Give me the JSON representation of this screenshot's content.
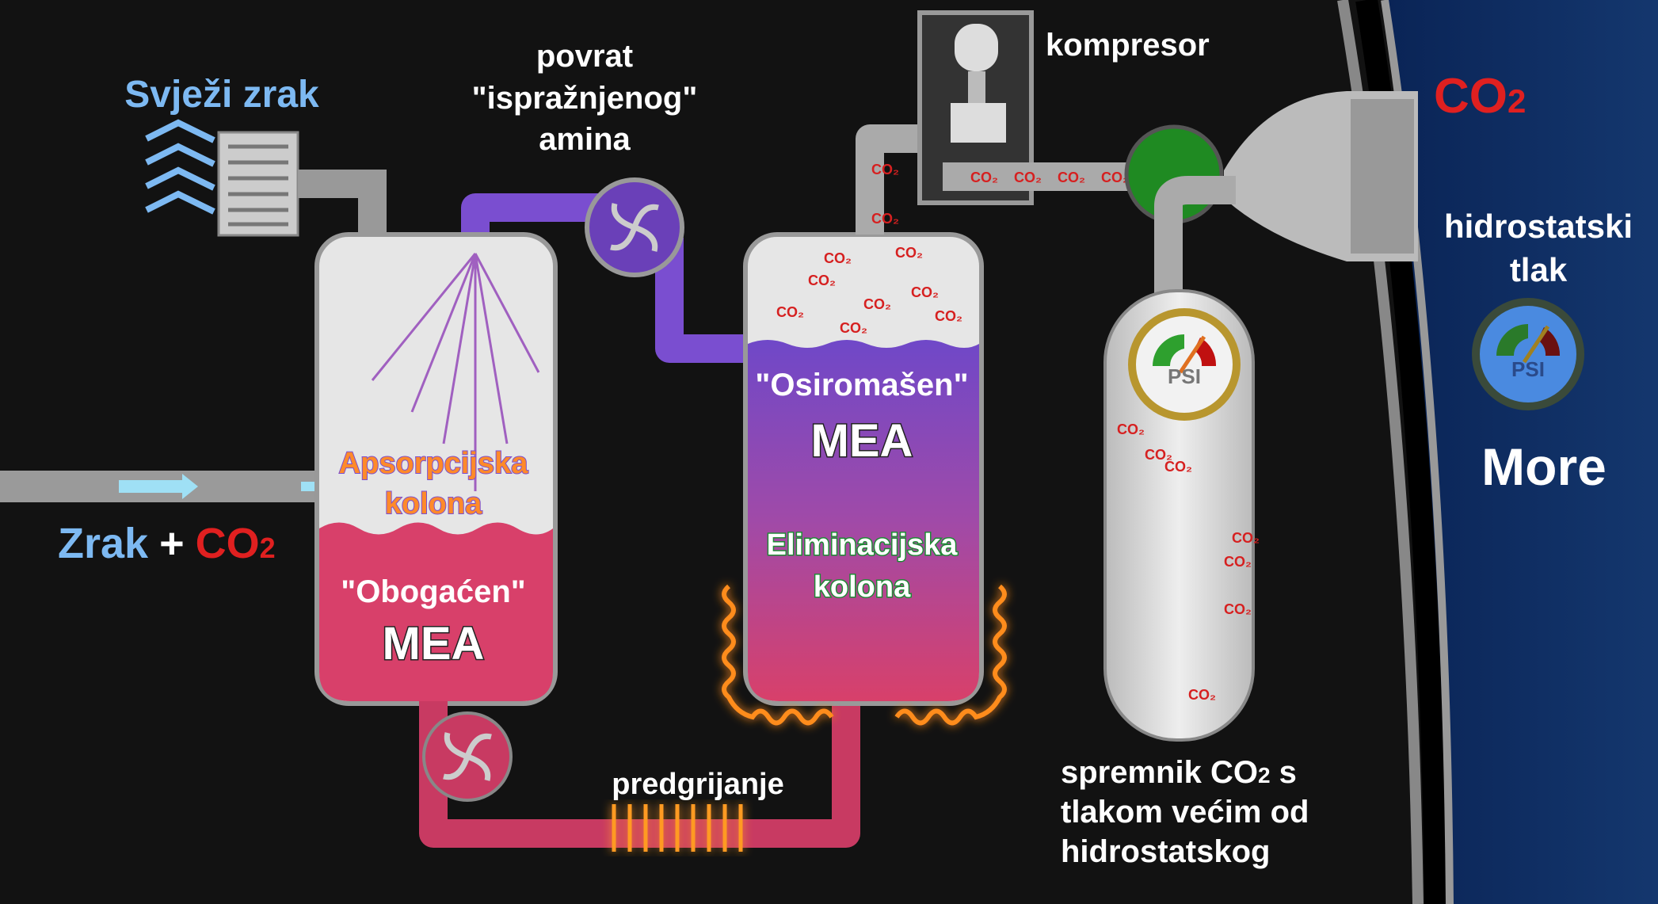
{
  "labels": {
    "fresh_air": "Svježi zrak",
    "return_line": [
      "povrat",
      "\"ispražnjenog\"",
      "amina"
    ],
    "compressor": "kompresor",
    "air": "Zrak",
    "plus": "+",
    "co2_main": "CO",
    "co2_sub": "2",
    "absorption_column": [
      "Apsorpcijska",
      "kolona"
    ],
    "rich_mea": [
      "\"Obogaćen\"",
      "MEA"
    ],
    "lean_mea": [
      "\"Osiromašen\"",
      "MEA"
    ],
    "stripping_column": [
      "Eliminacijska",
      "kolona"
    ],
    "preheating": "predgrijanje",
    "storage_tank": [
      "spremnik CO",
      "2",
      " s",
      "tlakom većim od",
      "hidrostatskog"
    ],
    "ocean_co2": "CO",
    "ocean_co2_sub": "2",
    "hydrostatic_pressure": [
      "hidrostatski",
      "tlak"
    ],
    "more": "More",
    "gauge_unit": "PSI",
    "molecule": "CO₂"
  },
  "colors": {
    "fresh_air": "#7db9f2",
    "co2": "#e02020",
    "absorption_label": "#ff8a2a",
    "stripping_outline": "#1f8a35",
    "rich_mea": "#d8406a",
    "lean_mea": "#7a4ed0",
    "heater": "#ff8c1a",
    "valve": "#1f8a22",
    "ocean": "#0d2a5c"
  }
}
